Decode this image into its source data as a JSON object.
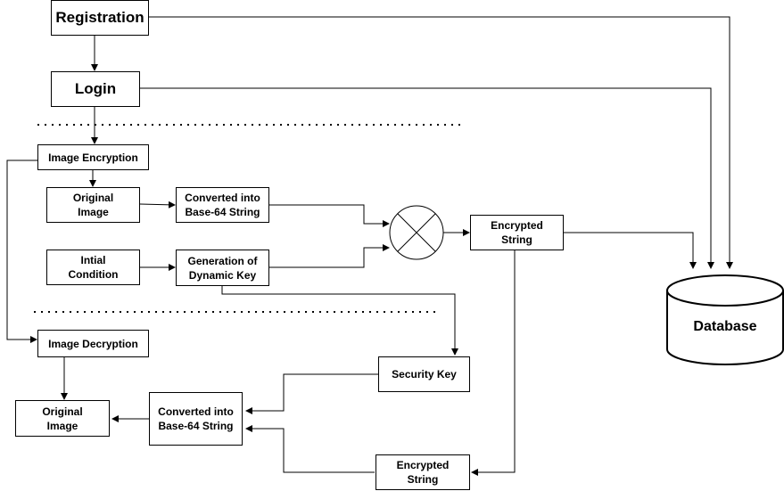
{
  "registration": "Registration",
  "login": "Login",
  "encryption": {
    "title": "Image Encryption",
    "original_image": "Original\nImage",
    "base64": "Converted into\nBase-64 String",
    "initial_condition": "Intial\nCondition",
    "dynamic_key": "Generation of\nDynamic Key",
    "encrypted_string": "Encrypted\nString"
  },
  "database": "Database",
  "decryption": {
    "title": "Image Decryption",
    "original_image": "Original\nImage",
    "base64": "Converted into\nBase-64 String",
    "security_key": "Security Key",
    "encrypted_string": "Encrypted\nString"
  }
}
